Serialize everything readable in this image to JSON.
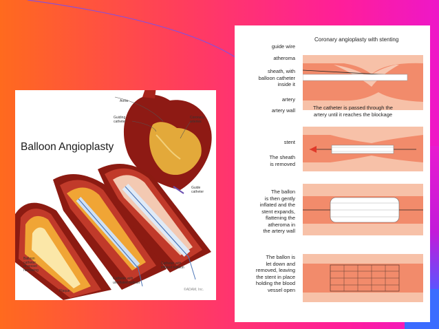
{
  "colors": {
    "artery_wall": "#f7c1a8",
    "artery_inner": "#f28b6b",
    "atheroma": "#f7c6b0",
    "stent": "#ffffff"
  },
  "left": {
    "title": "Balloon Angioplasty",
    "labels": {
      "aorta": "Aorta",
      "guiding_catheter": "Guiding\ncatheter",
      "coronary_arteries": "Coronary\narteries",
      "guide_catheter": "Guide\ncatheter",
      "balloon": "Balloon\ncatheter\nat vessel\nnarrowing",
      "plaque": "Plaque",
      "catheter_inflated": "Catheter with\ninflated balloon",
      "catheter_uninflated": "Catheter with\nuninflated balloon"
    },
    "credit": "©ADAM, Inc."
  },
  "right": {
    "title": "Coronary angioplasty with stenting",
    "panel1": {
      "labels": [
        "guide wire",
        "atheroma",
        "sheath, with\nballoon catheter\ninside it",
        "artery",
        "artery wall"
      ],
      "caption": "The catheter is passed through the\nartery until it reaches the blockage"
    },
    "panel2": {
      "labels": [
        "stent",
        "The sheath\nis removed"
      ]
    },
    "panel3": {
      "caption": "The ballon\nis then gently\ninflated and the\nstent expands,\nflattening the\natheroma in\nthe artery wall"
    },
    "panel4": {
      "caption": "The ballon is\nlet down and\nremoved, leaving\nthe stent in place\nholding the blood\nvessel open"
    }
  }
}
